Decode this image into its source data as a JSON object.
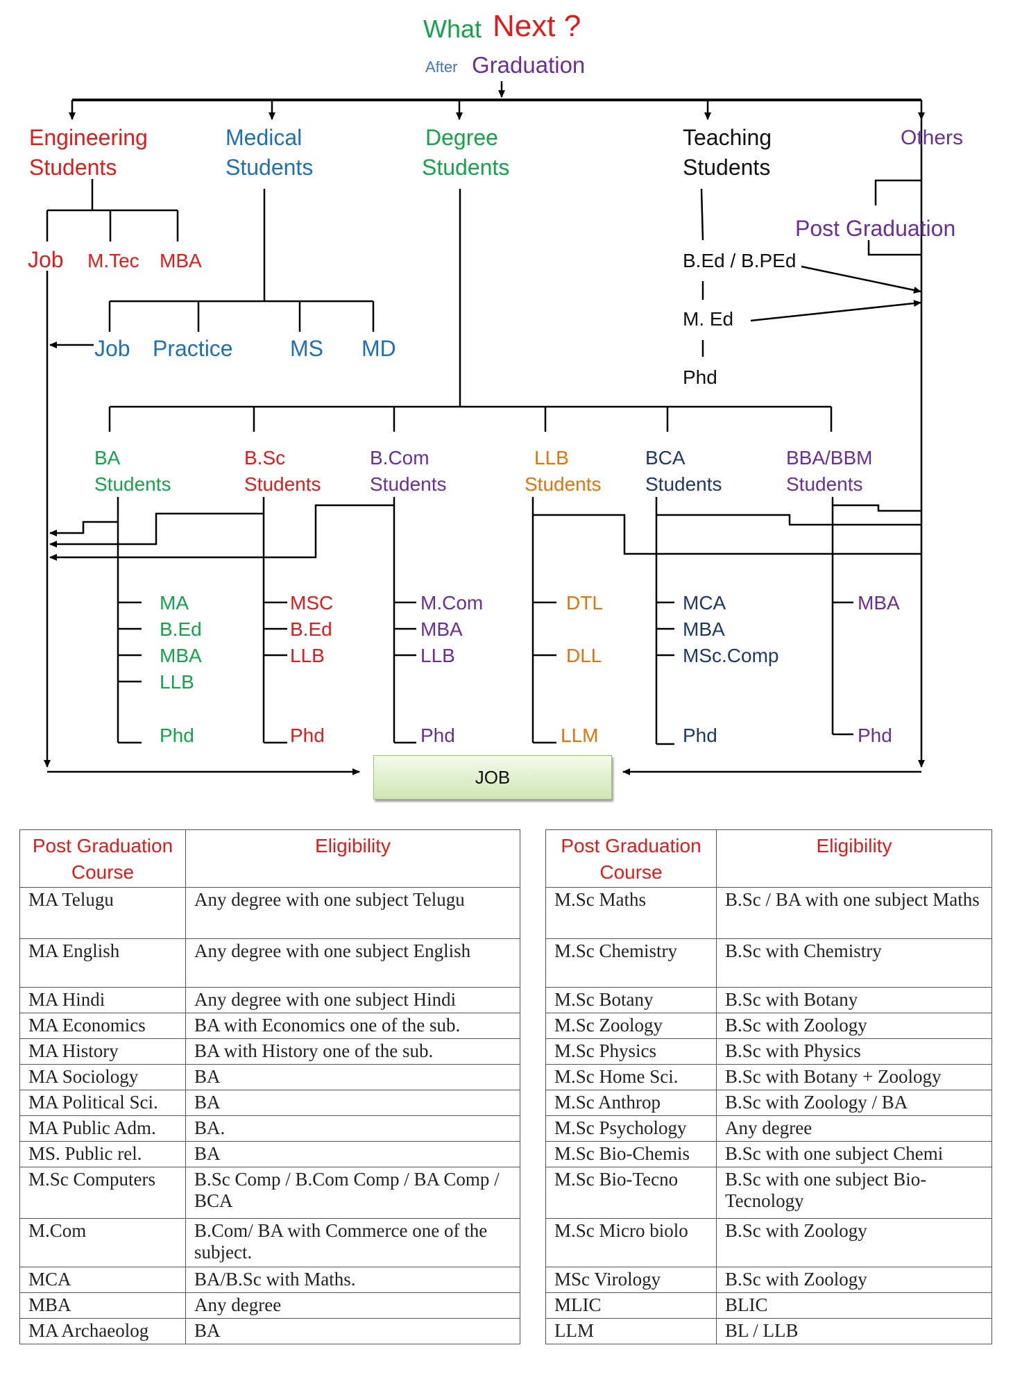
{
  "title": {
    "what": "What",
    "next": "Next ?",
    "after": "After",
    "graduation": "Graduation"
  },
  "streams": {
    "engineering": {
      "line1": "Engineering",
      "line2": "Students",
      "options": [
        "Job",
        "M.Tec",
        "MBA"
      ]
    },
    "medical": {
      "line1": "Medical",
      "line2": "Students",
      "options": [
        "Job",
        "Practice",
        "MS",
        "MD"
      ]
    },
    "degree": {
      "line1": "Degree",
      "line2": "Students"
    },
    "teaching": {
      "line1": "Teaching",
      "line2": "Students",
      "options": [
        "B.Ed / B.PEd",
        "M. Ed",
        "Phd"
      ]
    },
    "others": {
      "line1": "Others",
      "post_graduation": "Post Graduation"
    }
  },
  "degree_branches": [
    {
      "name": "BA",
      "line2": "Students",
      "courses": [
        "MA",
        "B.Ed",
        "MBA",
        "LLB",
        "Phd"
      ]
    },
    {
      "name": "B.Sc",
      "line2": "Students",
      "courses": [
        "MSC",
        "B.Ed",
        "LLB",
        "Phd"
      ]
    },
    {
      "name": "B.Com",
      "line2": "Students",
      "courses": [
        "M.Com",
        "MBA",
        "LLB",
        "Phd"
      ]
    },
    {
      "name": "LLB",
      "line2": "Students",
      "courses": [
        "DTL",
        "DLL",
        "LLM"
      ]
    },
    {
      "name": "BCA",
      "line2": "Students",
      "courses": [
        "MCA",
        "MBA",
        "MSc.Comp",
        "Phd"
      ]
    },
    {
      "name": "BBA/BBM",
      "line2": "Students",
      "courses": [
        "MBA",
        "Phd"
      ]
    }
  ],
  "job_box": "JOB",
  "colors": {
    "red": "#e01b1b",
    "blue": "#1f6fb3",
    "green": "#13a34a",
    "purple": "#6a2f96",
    "orange": "#e0740a",
    "navy": "#1f3864"
  },
  "table_left": {
    "header_course": "Post Graduation Course",
    "header_eligibility": "Eligibility",
    "rows": [
      [
        "MA  Telugu",
        "Any degree with one subject Telugu"
      ],
      [
        "MA  English",
        "Any degree with one subject English"
      ],
      [
        "MA  Hindi",
        "Any degree with one subject Hindi"
      ],
      [
        "MA Economics",
        "BA with Economics one of the sub."
      ],
      [
        "MA History",
        "BA with History one of the sub."
      ],
      [
        "MA Sociology",
        "BA"
      ],
      [
        "MA Political Sci.",
        "BA"
      ],
      [
        "MA Public Adm.",
        "BA."
      ],
      [
        "MS. Public rel.",
        "BA"
      ],
      [
        "M.Sc Computers",
        "B.Sc Comp / B.Com Comp /  BA Comp / BCA"
      ],
      [
        "M.Com",
        "B.Com/ BA with Commerce one of the subject."
      ],
      [
        "MCA",
        "BA/B.Sc with Maths."
      ],
      [
        "MBA",
        "Any degree"
      ],
      [
        "MA Archaeolog",
        "BA"
      ]
    ]
  },
  "table_right": {
    "header_course": "Post Graduation Course",
    "header_eligibility": "Eligibility",
    "rows": [
      [
        "M.Sc Maths",
        "B.Sc / BA with one subject Maths"
      ],
      [
        "M.Sc Chemistry",
        "B.Sc with Chemistry"
      ],
      [
        "M.Sc Botany",
        "B.Sc with Botany"
      ],
      [
        "M.Sc Zoology",
        "B.Sc with Zoology"
      ],
      [
        "M.Sc  Physics",
        "B.Sc with Physics"
      ],
      [
        "M.Sc Home Sci.",
        "B.Sc with Botany + Zoology"
      ],
      [
        "M.Sc Anthrop",
        "B.Sc with Zoology / BA"
      ],
      [
        "M.Sc Psychology",
        "Any degree"
      ],
      [
        "M.Sc Bio-Chemis",
        "B.Sc with one subject Chemi"
      ],
      [
        "M.Sc Bio-Tecno",
        "B.Sc with one subject Bio-Tecnology"
      ],
      [
        "M.Sc Micro biolo",
        "B.Sc with Zoology"
      ],
      [
        "MSc Virology",
        "B.Sc with Zoology"
      ],
      [
        "MLIC",
        "BLIC"
      ],
      [
        "LLM",
        "BL / LLB"
      ]
    ]
  }
}
